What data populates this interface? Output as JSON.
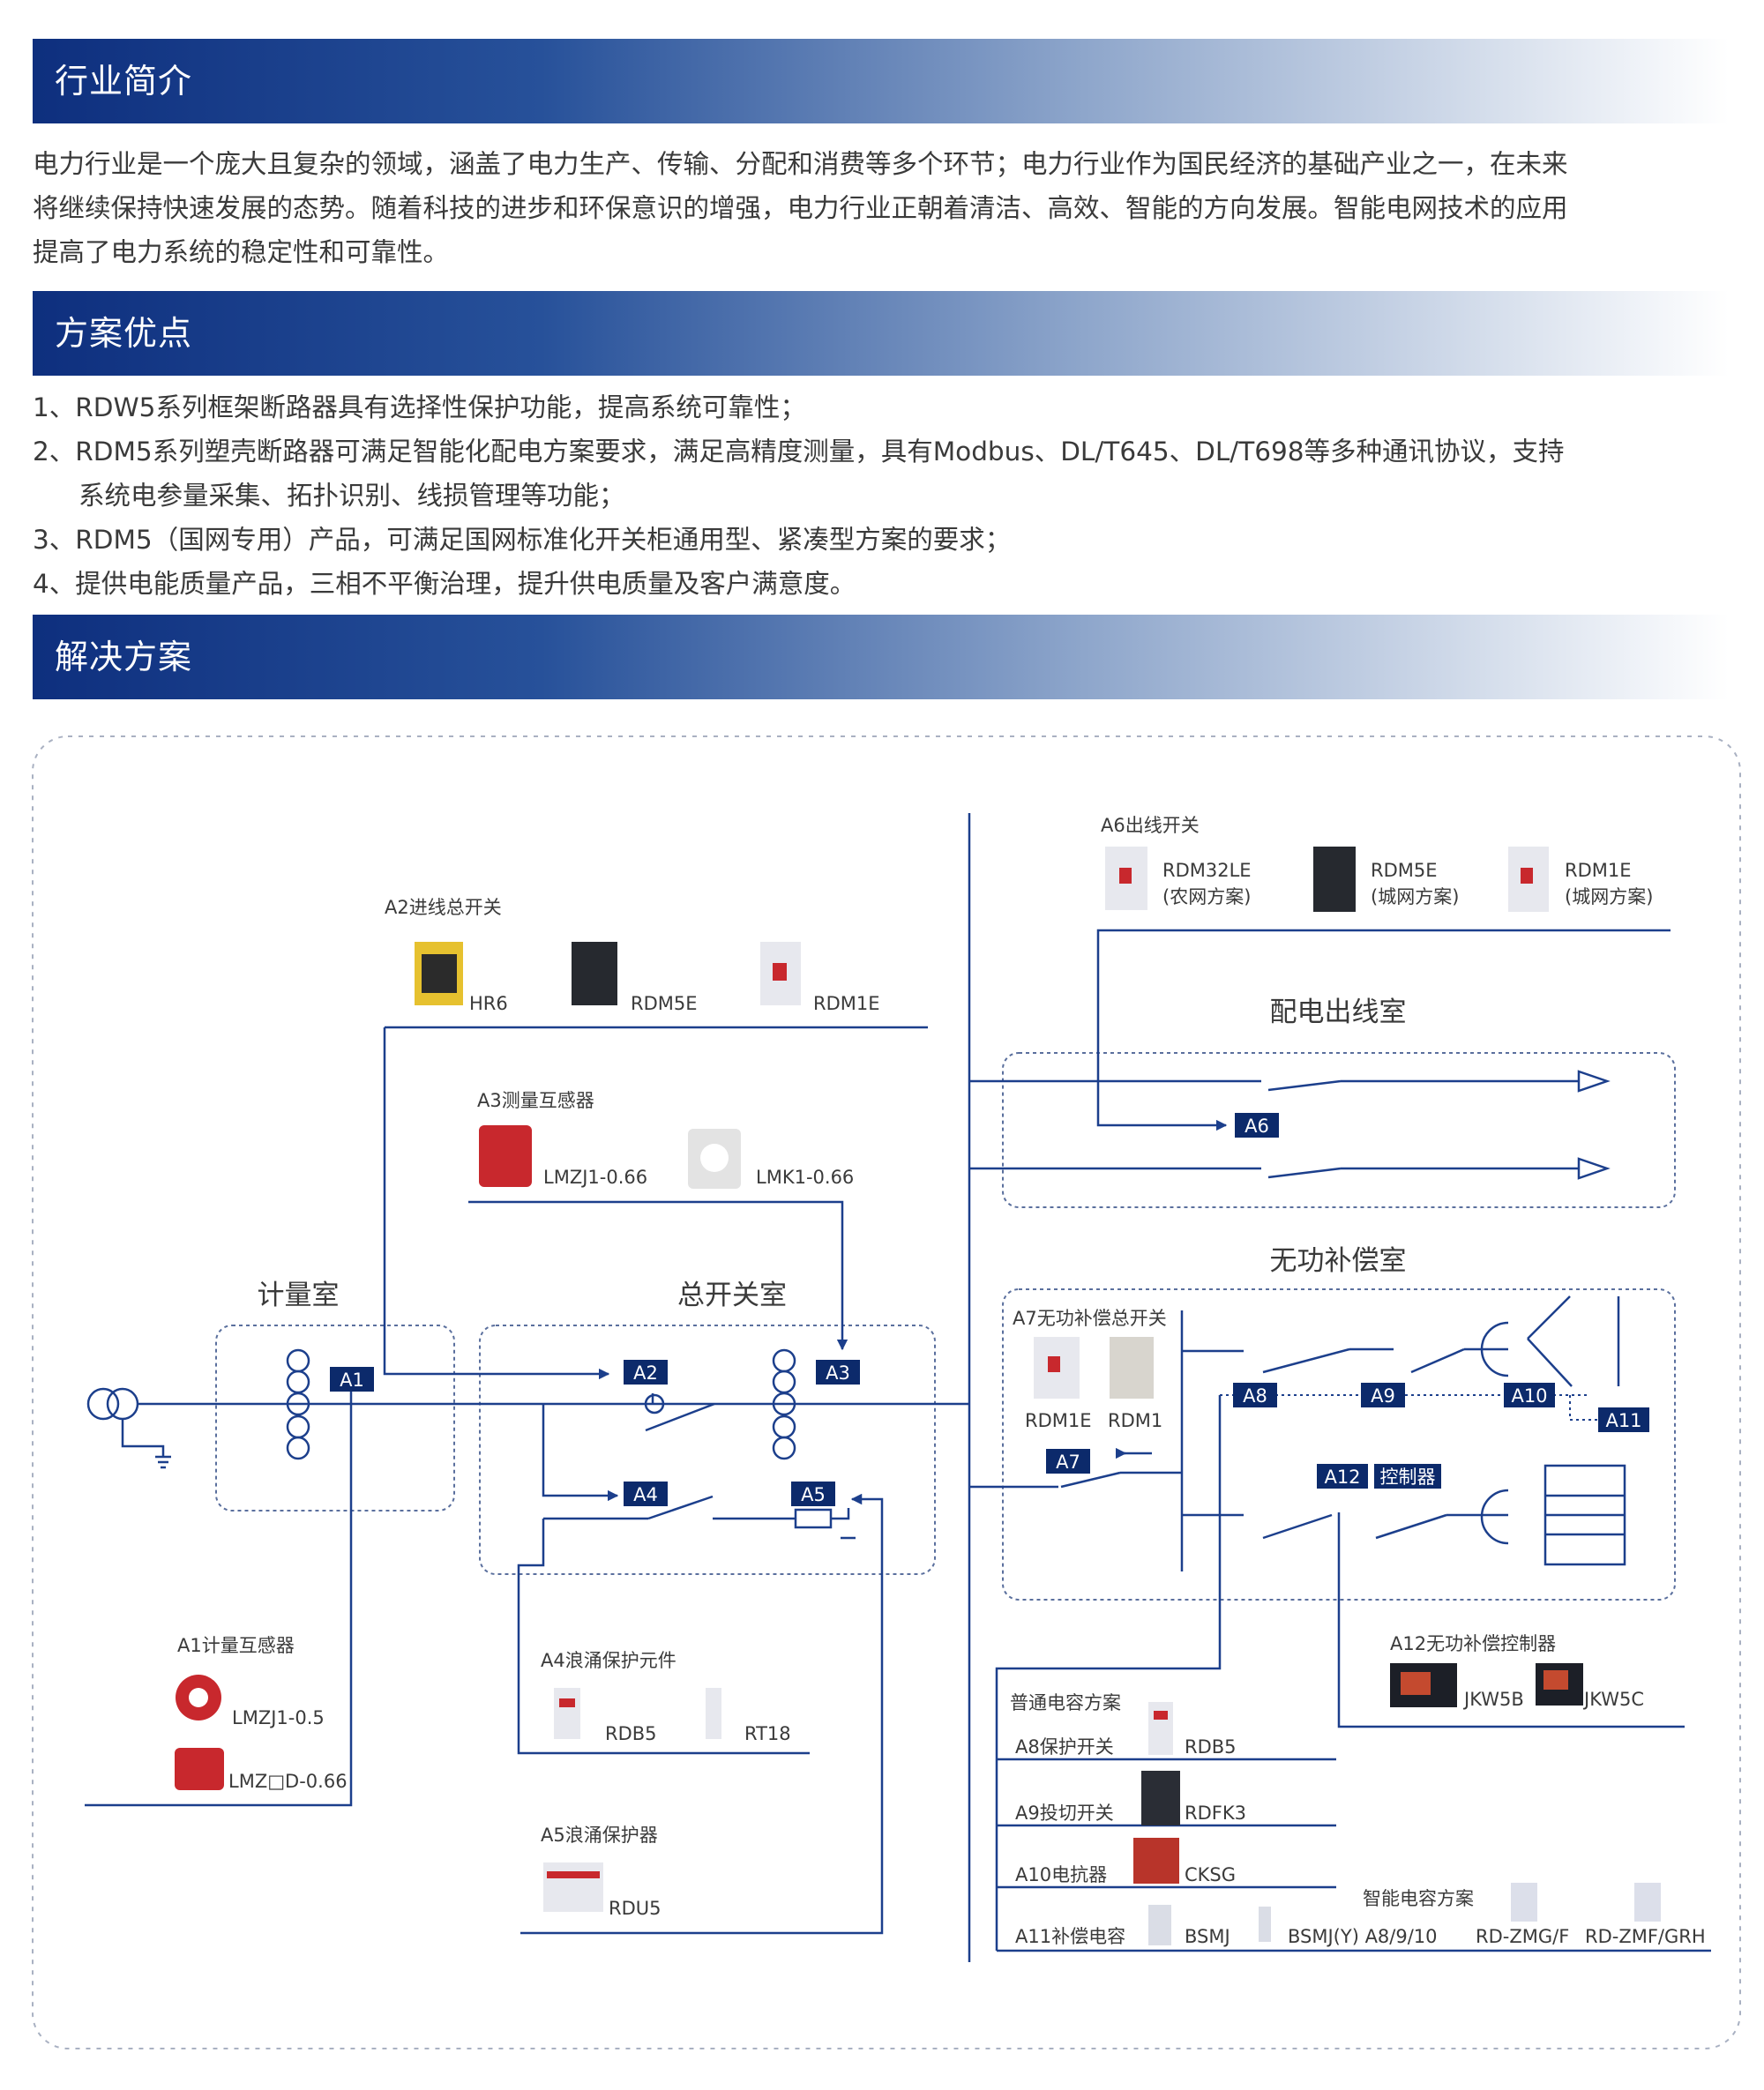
{
  "sections": {
    "intro": {
      "title": "行业简介",
      "lines": [
        "电力行业是一个庞大且复杂的领域，涵盖了电力生产、传输、分配和消费等多个环节；电力行业作为国民经济的基础产业之一，在未来",
        "将继续保持快速发展的态势。随着科技的进步和环保意识的增强，电力行业正朝着清洁、高效、智能的方向发展。智能电网技术的应用",
        "提高了电力系统的稳定性和可靠性。"
      ]
    },
    "advantages": {
      "title": "方案优点",
      "lines": [
        "1、RDW5系列框架断路器具有选择性保护功能，提高系统可靠性；",
        "2、RDM5系列塑壳断路器可满足智能化配电方案要求，满足高精度测量，具有Modbus、DL/T645、DL/T698等多种通讯协议，支持",
        "系统电参量采集、拓扑识别、线损管理等功能；",
        "3、RDM5（国网专用）产品，可满足国网标准化开关柜通用型、紧凑型方案的要求；",
        "4、提供电能质量产品，三相不平衡治理，提升供电质量及客户满意度。"
      ]
    },
    "solution": {
      "title": "解决方案"
    }
  },
  "diagram": {
    "rooms": {
      "metering": "计量室",
      "main_switch": "总开关室",
      "distribution": "配电出线室",
      "reactive": "无功补偿室"
    },
    "tags": [
      "A1",
      "A2",
      "A3",
      "A4",
      "A5",
      "A6",
      "A7",
      "A8",
      "A9",
      "A10",
      "A11",
      "A12"
    ],
    "controller": "控制器",
    "groups": {
      "a2": {
        "title": "A2进线总开关",
        "products": [
          "HR6",
          "RDM5E",
          "RDM1E"
        ]
      },
      "a3": {
        "title": "A3测量互感器",
        "products": [
          "LMZJ1-0.66",
          "LMK1-0.66"
        ]
      },
      "a6": {
        "title": "A6出线开关",
        "products": [
          "RDM32LE",
          "(农网方案)",
          "RDM5E",
          "(城网方案)",
          "RDM1E",
          "(城网方案)"
        ]
      },
      "a7": {
        "title": "A7无功补偿总开关",
        "products": [
          "RDM1E",
          "RDM1"
        ]
      },
      "a1": {
        "title": "A1计量互感器",
        "products": [
          "LMZJ1-0.5",
          "LMZ□D-0.66"
        ]
      },
      "a4": {
        "title": "A4浪涌保护元件",
        "products": [
          "RDB5",
          "RT18"
        ]
      },
      "a5": {
        "title": "A5浪涌保护器",
        "products": [
          "RDU5"
        ]
      },
      "a12": {
        "title": "A12无功补偿控制器",
        "products": [
          "JKW5B",
          "JKW5C"
        ]
      }
    },
    "capacitor_table": {
      "common_title": "普通电容方案",
      "rows": [
        {
          "label": "A8保护开关",
          "product": "RDB5"
        },
        {
          "label": "A9投切开关",
          "product": "RDFK3"
        },
        {
          "label": "A10电抗器",
          "product": "CKSG"
        },
        {
          "label": "A11补偿电容",
          "product": "BSMJ"
        }
      ],
      "extra_product": "BSMJ(Y) A8/9/10",
      "smart_title": "智能电容方案",
      "smart_products": [
        "RD-ZMG/F",
        "RD-ZMF/GRH"
      ]
    },
    "colors": {
      "line": "#1c3f8c",
      "tag_bg": "#0c2a6b",
      "box": "#6e7fa6",
      "red": "#c8282d"
    }
  }
}
